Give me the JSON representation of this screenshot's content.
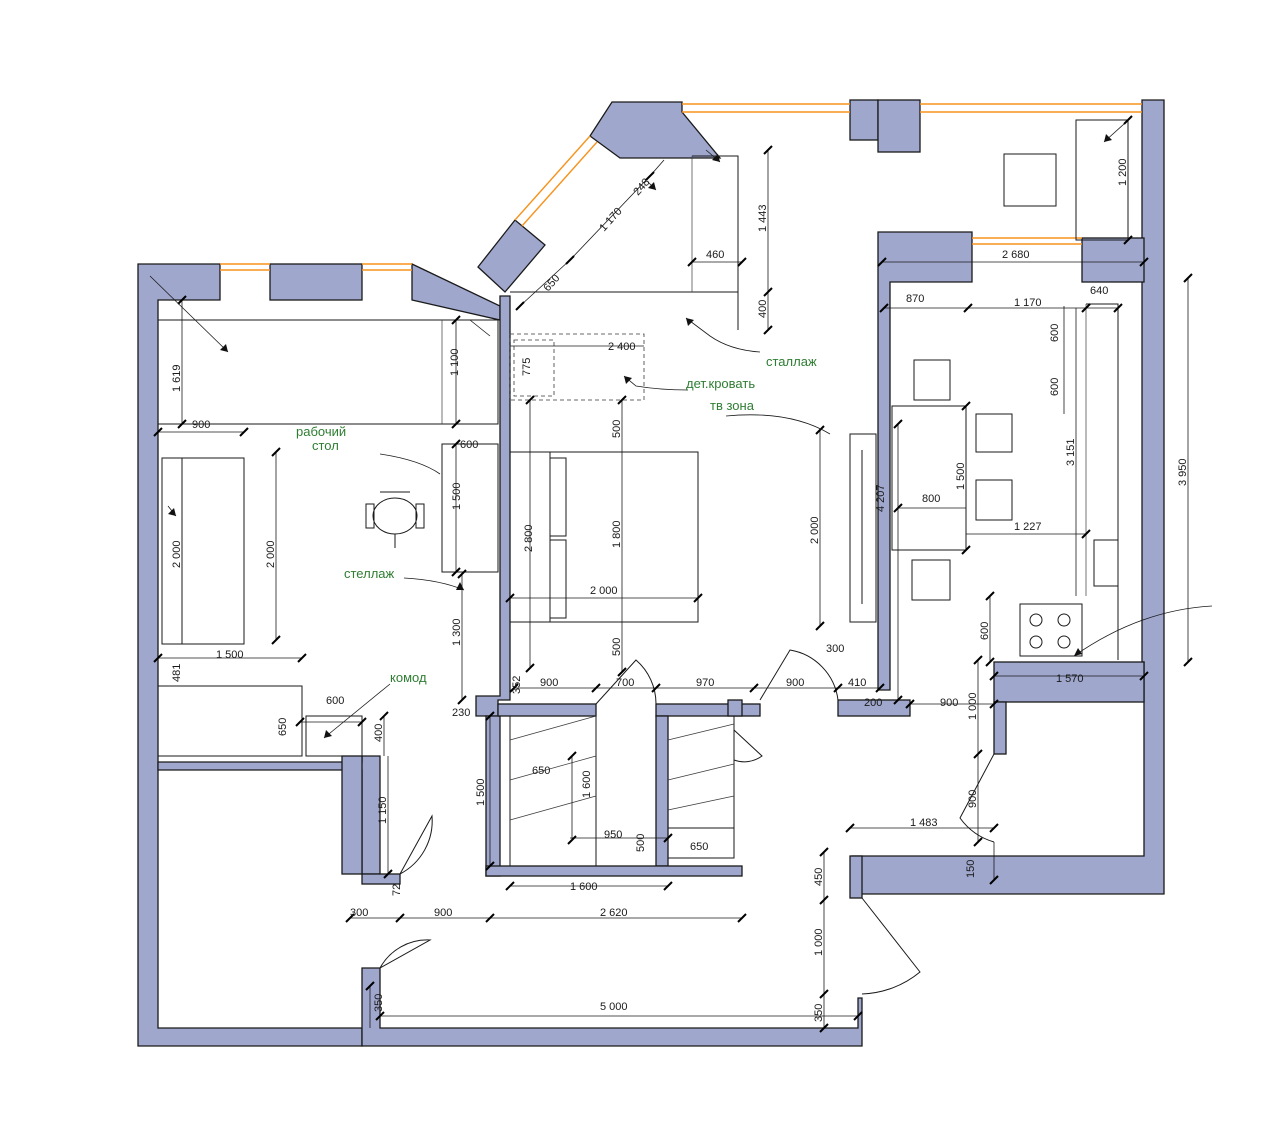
{
  "labels": {
    "stallazh": "сталлаж",
    "det_krovat": "дет.кровать",
    "tv_zona": "тв зона",
    "rabochiy_1": "рабочий",
    "rabochiy_2": "стол",
    "stellazh": "стеллаж",
    "komod": "комод"
  },
  "dims": {
    "d248": "248",
    "d1170a": "1 170",
    "d650a": "650",
    "d460": "460",
    "d1443": "1 443",
    "d400a": "400",
    "d1200": "1 200",
    "d2680": "2 680",
    "d870": "870",
    "d1170b": "1 170",
    "d640": "640",
    "d600a": "600",
    "d600b": "600",
    "d3950": "3 950",
    "d2400": "2 400",
    "d775": "775",
    "d1619": "1 619",
    "d1100": "1 100",
    "d900a": "900",
    "d600c": "600",
    "d500a": "500",
    "d1500a": "1 500",
    "d2000a": "2 000",
    "d2000b": "2 000",
    "d2800": "2 800",
    "d1800": "1 800",
    "d2000c": "2 000",
    "d2000d": "2 000",
    "d4207": "4 207",
    "d800": "800",
    "d1500b": "1 500",
    "d3151": "3 151",
    "d1227": "1 227",
    "d1500c": "1 500",
    "d1300": "1 300",
    "d481": "481",
    "d600d": "600",
    "d500b": "500",
    "d300a": "300",
    "d600e": "600",
    "d1570": "1 570",
    "d352": "352",
    "d900b": "900",
    "d700": "700",
    "d970": "970",
    "d900c": "900",
    "d410": "410",
    "d200": "200",
    "d900d": "900",
    "d1000a": "1 000",
    "d230": "230",
    "d650b": "650",
    "d400b": "400",
    "d650c": "650",
    "d1600a": "1 600",
    "d1500d": "1 500",
    "d1150": "1 150",
    "d950": "950",
    "d500c": "500",
    "d650d": "650",
    "d900e": "900",
    "d1483": "1 483",
    "d150": "150",
    "d72": "72",
    "d1600b": "1 600",
    "d450": "450",
    "d300b": "300",
    "d900f": "900",
    "d2620": "2 620",
    "d1000b": "1 000",
    "d350a": "350",
    "d5000": "5 000",
    "d350b": "350"
  },
  "colors": {
    "wall": "#9fa7cd",
    "window": "#f7931e",
    "label": "#2e7d32"
  }
}
